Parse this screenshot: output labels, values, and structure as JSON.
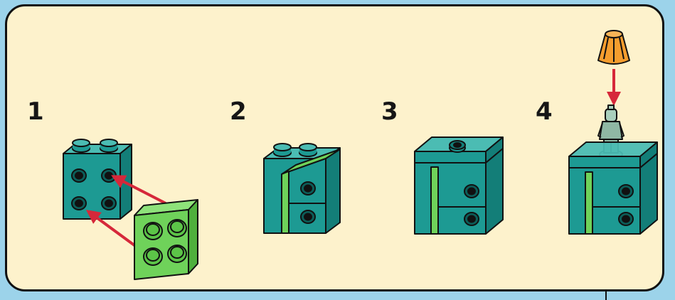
{
  "steps": [
    {
      "number": "1"
    },
    {
      "number": "2"
    },
    {
      "number": "3"
    },
    {
      "number": "4"
    }
  ],
  "colors": {
    "background": "#fdf2cc",
    "frame": "#9cd3ea",
    "teal_brick": "#1d9a93",
    "green_plate": "#6fd25a",
    "arrow": "#d6283a",
    "lamp_shade": "#f59d2e",
    "minifig": "#8fb8a4"
  },
  "icons": [
    "teal-brick",
    "green-plate",
    "arrow",
    "lamp-shade",
    "minifigure"
  ]
}
